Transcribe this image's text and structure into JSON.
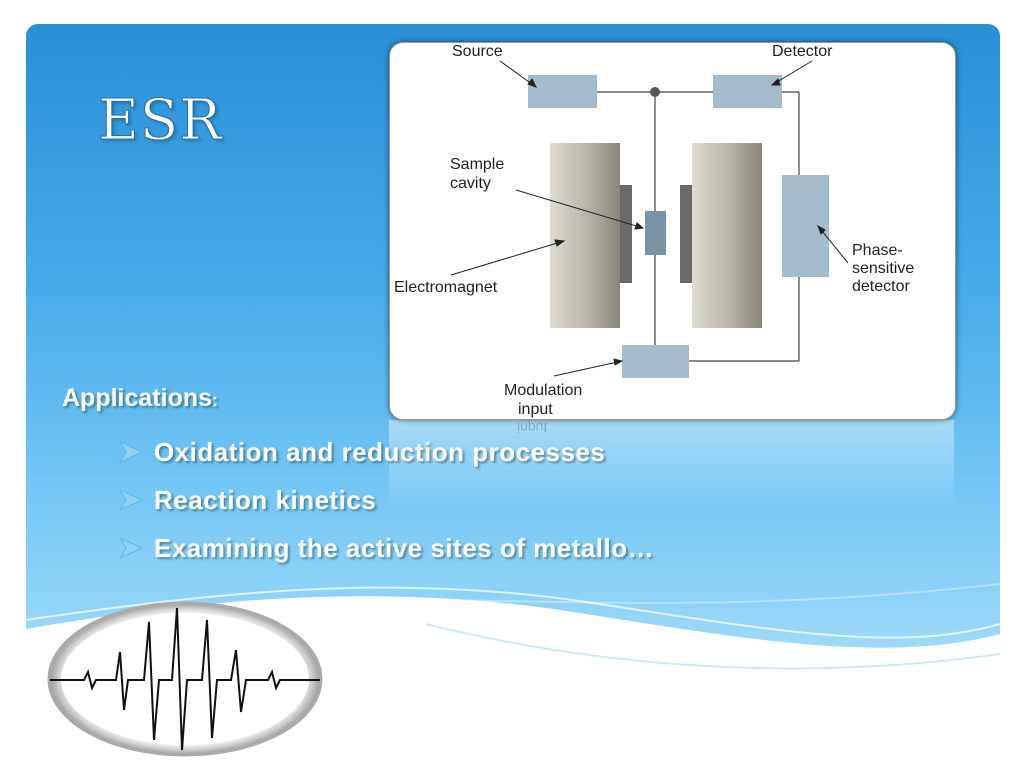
{
  "slide": {
    "title": "ESR",
    "applications_heading": "Applications",
    "applications_suffix": ":",
    "bullets": [
      {
        "text": "Oxidation and reduction processes"
      },
      {
        "text": "Reaction kinetics"
      },
      {
        "text": "Examining the active sites of metallo…"
      }
    ]
  },
  "diagram": {
    "source_label": "Source",
    "detector_label": "Detector",
    "sample_label_line1": "Sample",
    "sample_label_line2": "cavity",
    "electromagnet_label": "Electromagnet",
    "phase_label_line1": "Phase-",
    "phase_label_line2": "sensitive",
    "phase_label_line3": "detector",
    "modulation_label_line1": "Modulation",
    "modulation_label_line2": "input"
  },
  "colors": {
    "accent": "#2a8fd6",
    "block_fill": "#a4bccb",
    "magnet_light": "#d8d3c8",
    "magnet_dark": "#8d887c",
    "bullet_arrow": "#8fd0f5",
    "text": "#ffffff"
  },
  "icons": {
    "bullet": "arrow-right-icon",
    "logo": "esr-spectrum-icon"
  }
}
